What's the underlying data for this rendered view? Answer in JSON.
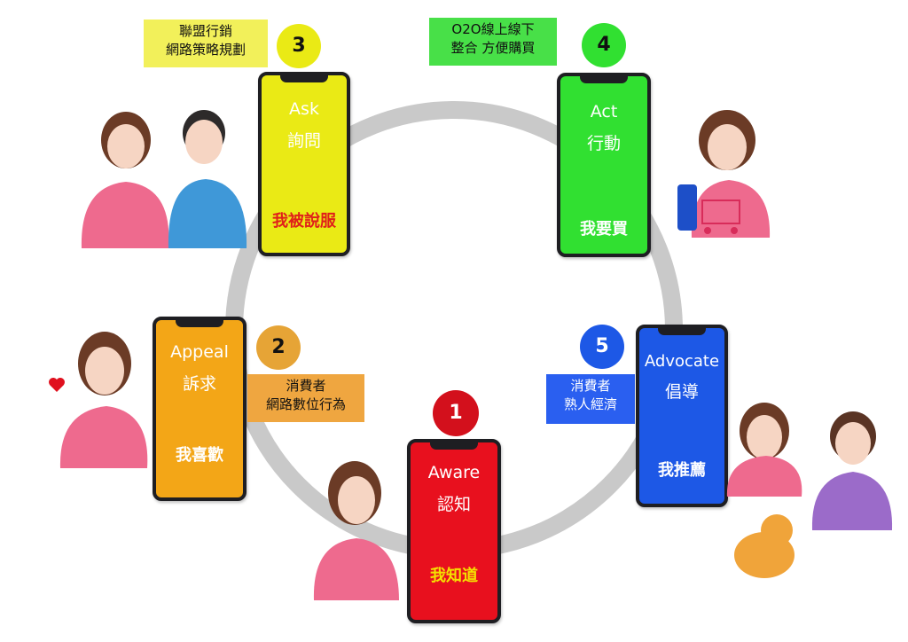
{
  "colors": {
    "ring": "#c9c9c9",
    "aware": "#e8101e",
    "appeal": "#f3a617",
    "ask": "#eaea15",
    "act": "#31e031",
    "advocate": "#1d58e6"
  },
  "stages": {
    "aware": {
      "number": "1",
      "title": "Aware",
      "subtitle": "認知",
      "feeling": "我知道"
    },
    "appeal": {
      "number": "2",
      "title": "Appeal",
      "subtitle": "訴求",
      "feeling": "我喜歡",
      "note_line1": "消費者",
      "note_line2": "網路數位行為"
    },
    "ask": {
      "number": "3",
      "title": "Ask",
      "subtitle": "詢問",
      "feeling": "我被說服",
      "note_line1": "聯盟行銷",
      "note_line2": "網路策略規劃"
    },
    "act": {
      "number": "4",
      "title": "Act",
      "subtitle": "行動",
      "feeling": "我要買",
      "note_line1": "O2O線上線下",
      "note_line2": "整合 方便購買"
    },
    "advocate": {
      "number": "5",
      "title": "Advocate",
      "subtitle": "倡導",
      "feeling": "我推薦",
      "note_line1": "消費者",
      "note_line2": "熟人經濟"
    }
  },
  "icons": {
    "heart": "heart-icon",
    "cart": "shopping-cart-icon",
    "cat": "cat-illustration"
  }
}
